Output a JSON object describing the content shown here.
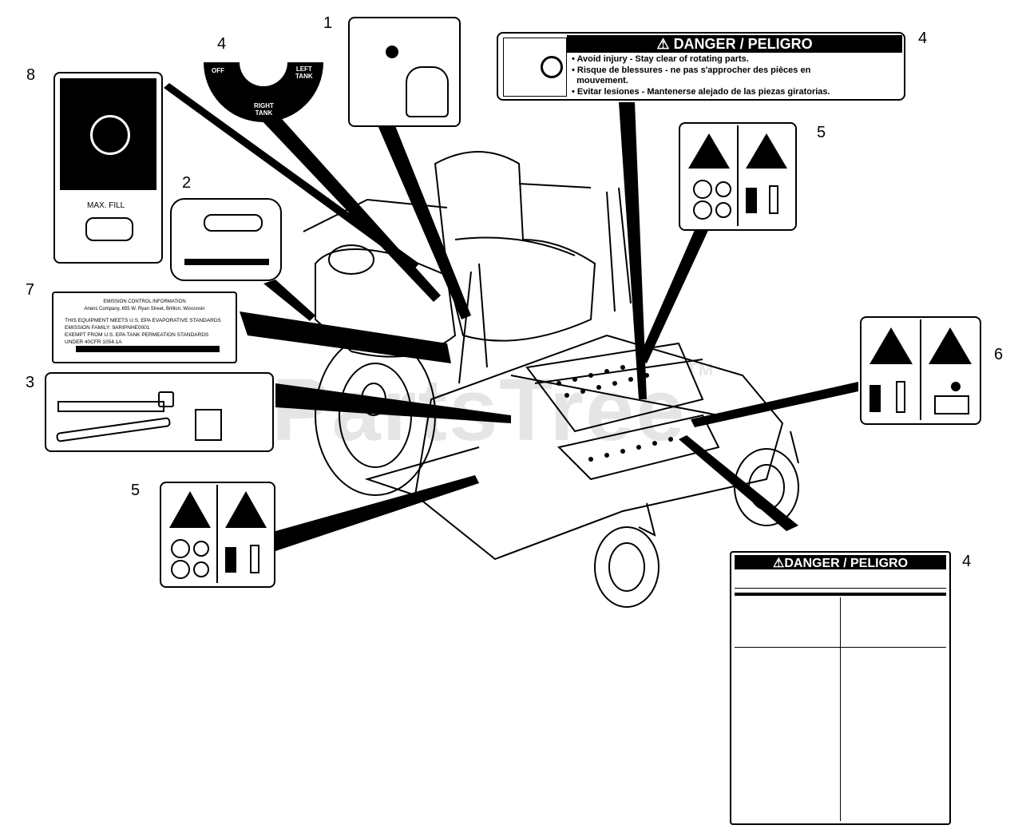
{
  "watermark": {
    "text": "PartsTree",
    "tm": "TM"
  },
  "callouts": [
    {
      "id": "c1",
      "label": "1"
    },
    {
      "id": "c2",
      "label": "2"
    },
    {
      "id": "c3",
      "label": "3"
    },
    {
      "id": "c4a",
      "label": "4"
    },
    {
      "id": "c4b",
      "label": "4"
    },
    {
      "id": "c4c",
      "label": "4"
    },
    {
      "id": "c5a",
      "label": "5"
    },
    {
      "id": "c5b",
      "label": "5"
    },
    {
      "id": "c6",
      "label": "6"
    },
    {
      "id": "c7",
      "label": "7"
    },
    {
      "id": "c8",
      "label": "8"
    }
  ],
  "decal_fuel": {
    "max_fill": "MAX. FILL"
  },
  "decal_tank": {
    "off": "OFF",
    "left": "LEFT\nTANK",
    "right": "RIGHT\nTANK"
  },
  "decal_danger_top": {
    "title": "DANGER / PELIGRO",
    "lines": [
      "• Avoid injury - Stay clear of rotating parts.",
      "• Risque de blessures - ne pas s'approcher des pièces en",
      "  mouvement.",
      "• Evitar lesiones - Mantenerse alejado de las piezas giratorias."
    ]
  },
  "decal_danger_bottom": {
    "title": "DANGER / PELIGRO"
  },
  "decal_emission": {
    "lines": [
      "EMISSION CONTROL INFORMATION",
      "Ariens Company, 655 W. Ryan Street, Brillion, Wisconsin",
      "THIS EQUIPMENT MEETS U.S. EPA EVAPORATIVE STANDARDS",
      "EMISSION FAMILY: 9ARIPNHE0001",
      "EXEMPT FROM U.S. EPA TANK PERMEATION STANDARDS",
      "UNDER 40CFR 1054.1A"
    ]
  }
}
